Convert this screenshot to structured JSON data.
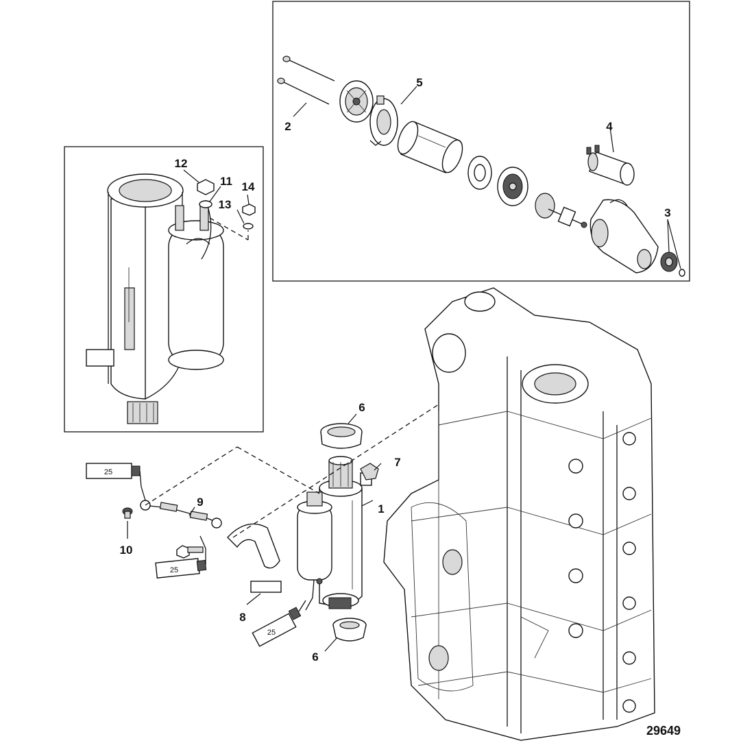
{
  "callouts": {
    "c1": "1",
    "c2": "2",
    "c3": "3",
    "c4": "4",
    "c5": "5",
    "c6a": "6",
    "c6b": "6",
    "c7": "7",
    "c8": "8",
    "c9": "9",
    "c10": "10",
    "c11": "11",
    "c12": "12",
    "c13": "13",
    "c14": "14"
  },
  "sealant_tubes": {
    "t1": "25",
    "t2": "25",
    "t3": "25"
  },
  "drawing_number": "29649"
}
